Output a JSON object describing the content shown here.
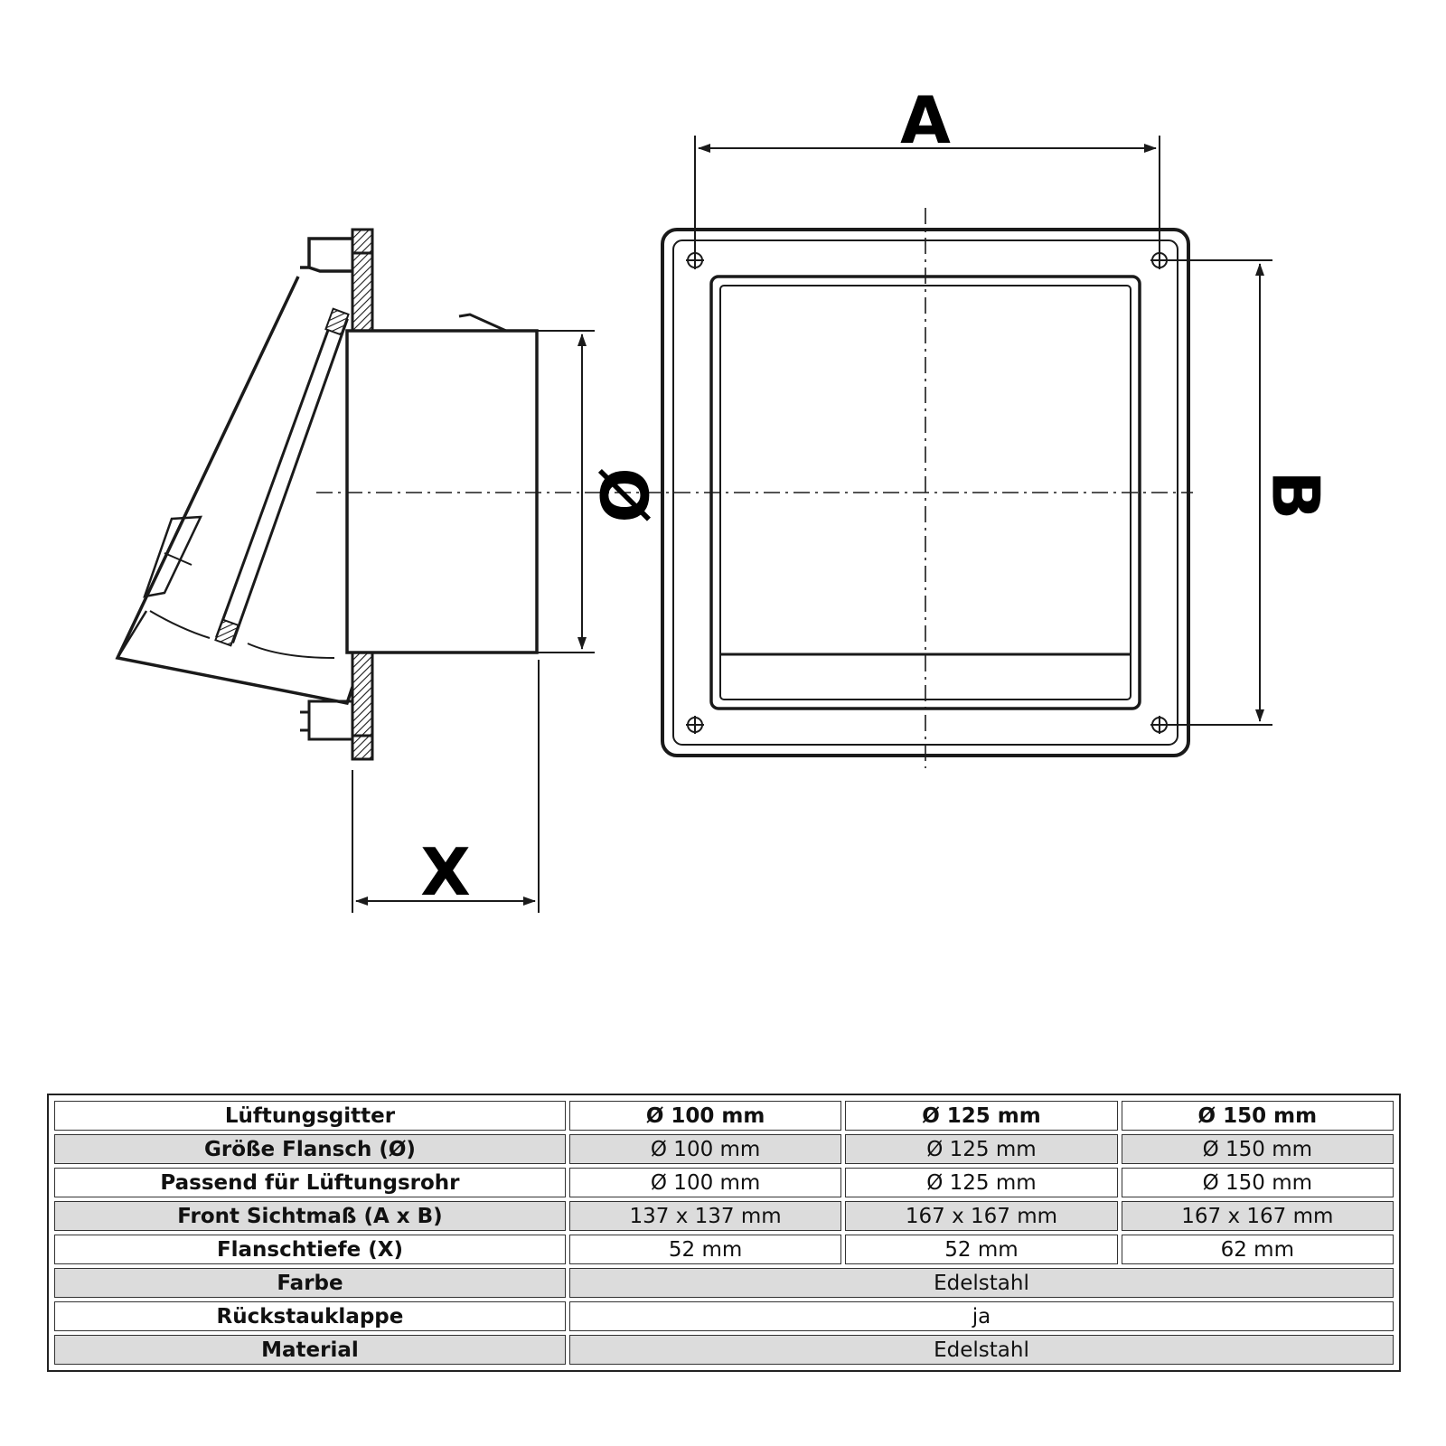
{
  "labels": {
    "a": "A",
    "b": "B",
    "diameter": "Ø",
    "x": "X"
  },
  "table": {
    "header": [
      "Lüftungsgitter",
      "Ø 100 mm",
      "Ø 125 mm",
      "Ø 150 mm"
    ],
    "rows": [
      {
        "label": "Größe Flansch (Ø)",
        "values": [
          "Ø 100 mm",
          "Ø 125 mm",
          "Ø 150 mm"
        ],
        "shaded": true
      },
      {
        "label": "Passend für Lüftungsrohr",
        "values": [
          "Ø 100 mm",
          "Ø 125 mm",
          "Ø 150 mm"
        ],
        "shaded": false
      },
      {
        "label": "Front Sichtmaß (A x B)",
        "values": [
          "137 x 137 mm",
          "167 x 167 mm",
          "167 x 167 mm"
        ],
        "shaded": true
      },
      {
        "label": "Flanschtiefe (X)",
        "values": [
          "52 mm",
          "52 mm",
          "62 mm"
        ],
        "shaded": false
      },
      {
        "label": "Farbe",
        "values": [
          "Edelstahl"
        ],
        "shaded": true
      },
      {
        "label": "Rückstauklappe",
        "values": [
          "ja"
        ],
        "shaded": false
      },
      {
        "label": "Material",
        "values": [
          "Edelstahl"
        ],
        "shaded": true
      }
    ]
  },
  "colors": {
    "line": "#1a1a1a",
    "shade": "#dcdcdc"
  }
}
